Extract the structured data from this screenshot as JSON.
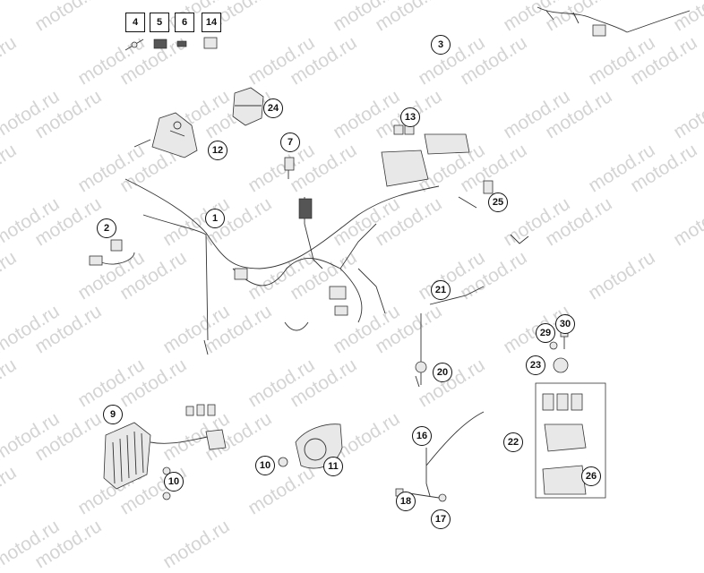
{
  "watermark_text": "motod.ru",
  "callouts": [
    {
      "id": "4",
      "shape": "square"
    },
    {
      "id": "5",
      "shape": "square"
    },
    {
      "id": "6",
      "shape": "square"
    },
    {
      "id": "14",
      "shape": "square"
    },
    {
      "id": "3",
      "shape": "circle"
    },
    {
      "id": "24",
      "shape": "circle"
    },
    {
      "id": "13",
      "shape": "circle"
    },
    {
      "id": "12",
      "shape": "circle"
    },
    {
      "id": "7",
      "shape": "circle"
    },
    {
      "id": "25",
      "shape": "circle"
    },
    {
      "id": "1",
      "shape": "circle"
    },
    {
      "id": "2",
      "shape": "circle"
    },
    {
      "id": "21",
      "shape": "circle"
    },
    {
      "id": "29",
      "shape": "circle"
    },
    {
      "id": "30",
      "shape": "circle"
    },
    {
      "id": "23",
      "shape": "circle"
    },
    {
      "id": "20",
      "shape": "circle"
    },
    {
      "id": "9",
      "shape": "circle"
    },
    {
      "id": "16",
      "shape": "circle"
    },
    {
      "id": "22",
      "shape": "circle"
    },
    {
      "id": "10a",
      "label": "10",
      "shape": "circle"
    },
    {
      "id": "10b",
      "label": "10",
      "shape": "circle"
    },
    {
      "id": "11",
      "shape": "circle"
    },
    {
      "id": "26",
      "shape": "circle"
    },
    {
      "id": "18",
      "shape": "circle"
    },
    {
      "id": "17",
      "shape": "circle"
    }
  ]
}
